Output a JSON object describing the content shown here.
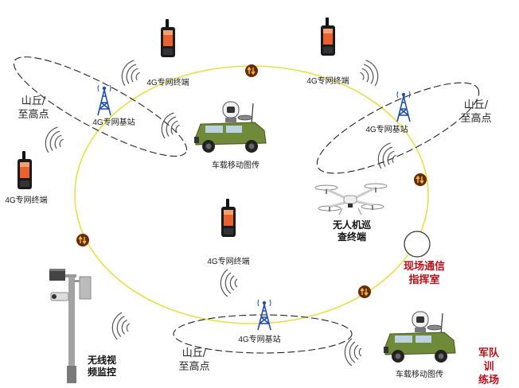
{
  "labels": {
    "terminal": "4G专网终端",
    "base_station": "4G专网基站",
    "hill": "山丘/\n至高点",
    "vehicle": "车载移动图传",
    "drone": "无人机巡\n查终端",
    "cctv": "无线视\n频监控",
    "command_room": "现场通信\n指挥室",
    "training": "军队训\n练场"
  },
  "colors": {
    "ring": "#e8de4a",
    "relay": "#6b2a06",
    "relay_arrow": "#f0c23a",
    "accent_red": "#b5121b",
    "tower": "#1f4fa8",
    "phone_screen": "#e9612f",
    "vehicle": "#6f8b3a"
  },
  "icons": {
    "terminal": "rugged-radio-phone-icon",
    "base_station": "cell-tower-icon",
    "vehicle": "command-vehicle-icon",
    "drone": "quadcopter-drone-icon",
    "cctv": "camera-pole-icon",
    "relay": "relay-node-icon",
    "signal": "wireless-signal-icon"
  }
}
